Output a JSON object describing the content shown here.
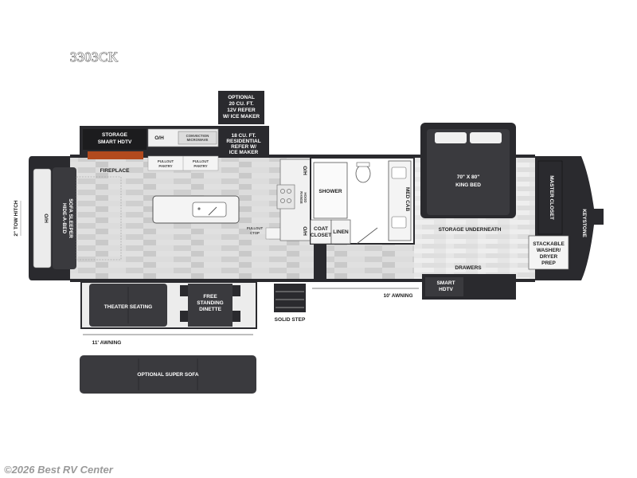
{
  "model": "3303CK",
  "watermark": "©2026 Best RV Center",
  "brand": "KEYSTONE",
  "labels": {
    "optional_refer": [
      "OPTIONAL",
      "20 CU. FT.",
      "12V REFER",
      "W/ ICE MAKER"
    ],
    "storage_tv": [
      "STORAGE",
      "SMART HDTV"
    ],
    "oh_1": "O/H",
    "convection_microwave": [
      "CONVECTION",
      "MICROWAVE"
    ],
    "residential_refer": [
      "18 CU. FT.",
      "RESIDENTIAL",
      "REFER W/",
      "ICE MAKER"
    ],
    "fireplace": "FIREPLACE",
    "pullout_pantry_1": [
      "PULLOUT",
      "PANTRY"
    ],
    "pullout_pantry_2": [
      "PULLOUT",
      "PANTRY"
    ],
    "oh_2": "O/H",
    "range_hood": [
      "RANGE",
      "HOOD"
    ],
    "oh_3": "O/H",
    "pullout_ctop": [
      "PULLOUT",
      "CTOP"
    ],
    "shower": "SHOWER",
    "coat_closet": [
      "COAT",
      "CLOSET"
    ],
    "linen": "LINEN",
    "med_cab": "MED CAB",
    "king_bed": [
      "70\" X 80\"",
      "KING BED"
    ],
    "storage_underneath": "STORAGE UNDERNEATH",
    "master_closet": "MASTER CLOSET",
    "stackable_washer": [
      "STACKABLE",
      "WASHER/",
      "DRYER",
      "PREP"
    ],
    "drawers": "DRAWERS",
    "smart_hdtv": [
      "SMART",
      "HDTV"
    ],
    "awning_10": "10' AWNING",
    "awning_11": "11' AWNING",
    "solid_step": "SOLID STEP",
    "theater_seating": "THEATER SEATING",
    "free_standing_dinette": [
      "FREE",
      "STANDING",
      "DINETTE"
    ],
    "hide_a_bed": [
      "HIDE-A-BED",
      "SOFA SLEEPER"
    ],
    "oh_sofa": "O/H",
    "tow_hitch": "2\" TOW HITCH",
    "optional_super_sofa": "OPTIONAL SUPER SOFA"
  },
  "colors": {
    "wall": "#2a2a2e",
    "floor": "#d9d9d9",
    "floor_light": "#ececec",
    "furniture_dark": "#3a3a3e",
    "furniture_light": "#f2f2f2"
  }
}
